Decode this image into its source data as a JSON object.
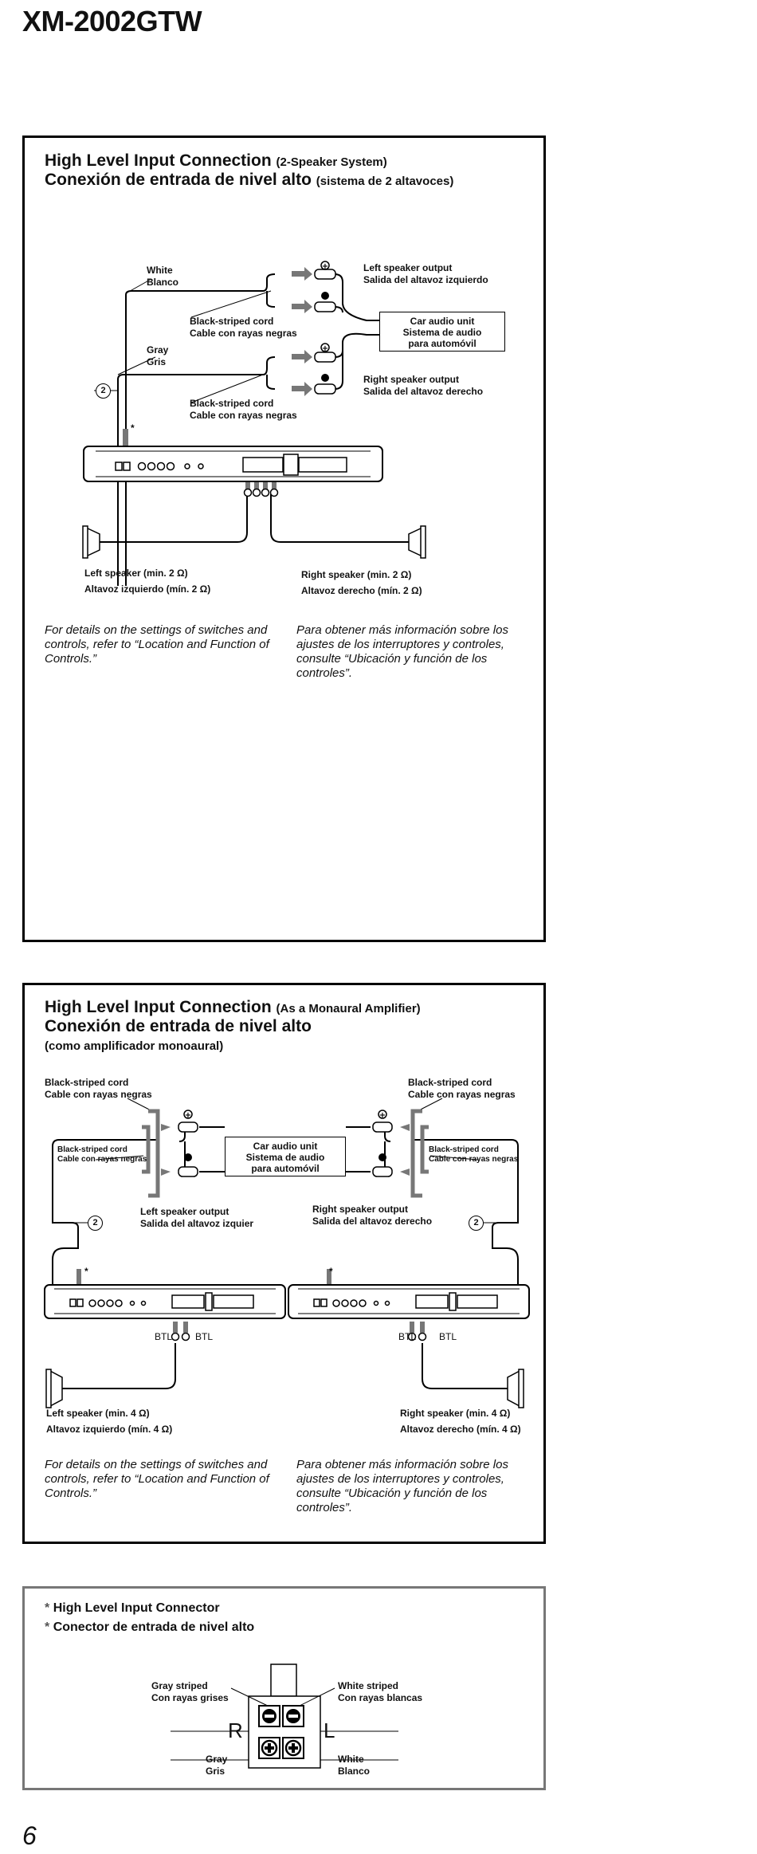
{
  "header": {
    "model": "XM-2002GTW"
  },
  "panel1": {
    "title_en": "High Level Input Connection",
    "title_en_sub": "(2-Speaker System)",
    "title_es": "Conexión de entrada de nivel alto",
    "title_es_sub": "(sistema de 2 altavoces)",
    "white": "White",
    "blanco": "Blanco",
    "gray": "Gray",
    "gris": "Gris",
    "cord1_en": "Black-striped cord",
    "cord1_es": "Cable con rayas negras",
    "cord2_en": "Black-striped cord",
    "cord2_es": "Cable con rayas negras",
    "left_out_en": "Left speaker output",
    "left_out_es": "Salida del altavoz izquierdo",
    "right_out_en": "Right speaker output",
    "right_out_es": "Salida del altavoz derecho",
    "car_audio_1": "Car audio unit",
    "car_audio_2": "Sistema de audio",
    "car_audio_3": "para automóvil",
    "ref": "2",
    "asterisk": "*",
    "left_spk_en": "Left speaker (min. 2 Ω)",
    "left_spk_es": "Altavoz izquierdo (mín. 2 Ω)",
    "right_spk_en": "Right speaker (min. 2 Ω)",
    "right_spk_es": "Altavoz derecho (mín. 2 Ω)",
    "note_en": "For details on the settings of switches and controls, refer to “Location and Function of Controls.”",
    "note_es": "Para obtener más información sobre los ajustes de los interruptores y controles, consulte “Ubicación y función de los controles”."
  },
  "panel2": {
    "title_en": "High Level Input Connection",
    "title_en_sub": "(As a Monaural Amplifier)",
    "title_es": "Conexión de entrada de nivel alto",
    "title_es_sub": "(como amplificador monoaural)",
    "cord_l_en": "Black-striped cord",
    "cord_l_es": "Cable con rayas negras",
    "cord_r_en": "Black-striped cord",
    "cord_r_es": "Cable con rayas negras",
    "cord_l2_en": "Black-striped cord",
    "cord_l2_es": "Cable con rayas negras",
    "cord_r2_en": "Black-striped cord",
    "cord_r2_es": "Cable con rayas negras",
    "car_audio_1": "Car audio unit",
    "car_audio_2": "Sistema de audio",
    "car_audio_3": "para automóvil",
    "left_out_en": "Left speaker output",
    "left_out_es": "Salida del altavoz izquier",
    "right_out_en": "Right speaker output",
    "right_out_es": "Salida del altavoz derecho",
    "ref": "2",
    "asterisk": "*",
    "btl": "BTL",
    "left_spk_en": "Left speaker (min. 4 Ω)",
    "left_spk_es": "Altavoz izquierdo (mín. 4 Ω)",
    "right_spk_en": "Right speaker (min. 4 Ω)",
    "right_spk_es": "Altavoz derecho (mín. 4 Ω)",
    "note_en": "For details on the settings of switches and controls, refer to “Location and Function of Controls.”",
    "note_es": "Para obtener más información sobre los ajustes de los interruptores y controles, consulte “Ubicación y función de los controles”."
  },
  "panel3": {
    "title_en": "High Level Input Connector",
    "title_es": "Conector de entrada de nivel alto",
    "asterisk": "*",
    "gray_striped_en": "Gray striped",
    "gray_striped_es": "Con rayas grises",
    "white_striped_en": "White striped",
    "white_striped_es": "Con rayas blancas",
    "gray": "Gray",
    "gris": "Gris",
    "white": "White",
    "blanco": "Blanco",
    "r": "R",
    "l": "L"
  },
  "footer": {
    "page": "6"
  }
}
